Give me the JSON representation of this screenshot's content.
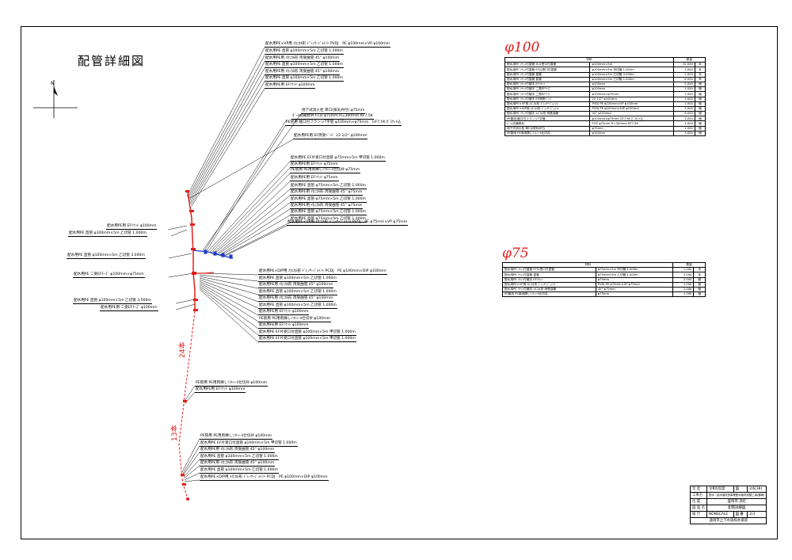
{
  "title": "配管詳細図",
  "labels": {
    "a1": "配水用PE×VP用 ﾒｶﾆｶﾙ形 ﾄﾞﾚｯｻｰｼﾞｮｲﾝﾄ PVDJ　PE φ100mm×VP φ100mm",
    "a2": "配水用PE 直管 φ100mm×5m 乙切管 1.000m",
    "a3": "配水用PE用 ﾒｶﾆｶﾙ形 両受曲管 45° φ100mm",
    "a4": "配水用PE 直管 φ100mm×5m 乙切管 1.000m",
    "a5": "配水用PE用 ﾒｶﾆｶﾙ形 両受曲管 45° φ100mm",
    "a6": "配水用PE 直管 φ100mm×5m 乙切管 1.000m",
    "a7": "配水用PE用 EFｿｹｯﾄ φ100mm",
    "b1": "地下式消火栓 単口(排気弁付) φ75mm",
    "b2": "ﾎﾞｰﾙ式補修弁 FCD φ75mm H=300mm RF7.5K",
    "b3": "PE管用 継口付フランジT字管 φ100mm×φ75mm　GF7.5K ｶﾞｽｹｯﾄ込",
    "c1": "配水用PE用 EF両受ﾍﾞﾝﾄﾞ 22 1/2° φ100mm",
    "d1": "配水用PE EF片受口付直管 φ75mm×5m 甲切管 1.000m",
    "d2": "配水用PE用 EFｿｹｯﾄ φ75mm",
    "d3": "PE管用 PE用両挿しｿﾌﾄｼｰﾙ仕切弁 φ75mm",
    "d4": "配水用PE用 EFｿｹｯﾄ φ75mm",
    "d5": "配水用PE 直管 φ75mm×5m 乙切管 1.000m",
    "d6": "配水用PE用 ﾒｶﾆｶﾙ形 両受曲管 45° φ75mm",
    "d7": "配水用PE 直管 φ75mm×5m 乙切管 1.000m",
    "d8": "配水用PE用 ﾒｶﾆｶﾙ形 両受曲管 45° φ75mm",
    "d9": "配水用PE 直管 φ75mm×5m 乙切管 1.000m",
    "d10": "配水用PE 直管 φ75mm×5m 乙切管 1.000m",
    "d11": "配水用PE×VP用 ﾒｶﾆｶﾙ形 ﾄﾞﾚｯｻｰｼﾞｮｲﾝﾄ PVDJ　PE φ75mm×VP φ75mm",
    "l1": "配水用PE用 EFｿｹｯﾄ φ100mm",
    "l2": "配水用PE 直管 φ100mm×5m 乙切管 1.000m",
    "l3": "配水用PE 直管 φ100mm×5m 乙切管 3.000m",
    "l4": "配水用PE 二受EFﾁｰｽﾞ φ100mm×φ75mm",
    "l5": "配水用PE 直管 φ100mm×5m 乙切管 3.000m",
    "l6": "配水用PE用 二受EFﾁｰｽﾞ φ100mm",
    "e1": "配水用PE×DIP用 ﾒｶﾆｶﾙ形 ﾄﾞﾚｯｻｰｼﾞｮｲﾝﾄ PCDJ　PE φ100mm×DIP φ100mm",
    "e2": "配水用PE 直管 φ100mm×5m 乙切管 1.000m",
    "e3": "配水用PE用 ﾒｶﾆｶﾙ形 両受曲管 45° φ100mm",
    "e4": "配水用PE 直管 φ100mm×5m 乙切管 1.000m",
    "e5": "配水用PE用 ﾒｶﾆｶﾙ形 両受曲管 45° φ100mm",
    "e6": "配水用PE 直管 φ100mm×5m 乙切管 1.000m",
    "e7": "配水用PE用 EFｿｹｯﾄ φ100mm",
    "e8": "PE管用 PE用両挿しｿﾌﾄｼｰﾙ仕切弁 φ100mm",
    "e9": "配水用PE用 EFｿｹｯﾄ φ100mm",
    "e10": "配水用PE EF片受口付直管 φ100mm×5m 甲切管 1.000m",
    "e11": "配水用PE EF片受口付直管 φ100mm×5m 甲切管 1.000m",
    "f1": "PE管用 PE用両挿しｿﾌﾄｼｰﾙ仕切弁 φ100mm",
    "f2": "配水用PE用 EFｿｹｯﾄ φ100mm",
    "g1": "PE管用 PE用両挿しｿﾌﾄｼｰﾙ仕切弁 φ100mm",
    "g2": "配水用PE EF片受口付直管 φ100mm×5m 甲切管 1.000m",
    "g3": "配水用PE用 ﾒｶﾆｶﾙ形 両受曲管 45° φ100mm",
    "g4": "配水用PE 直管 φ100mm×5m 乙切管 1.000m",
    "g5": "配水用PE用 ﾒｶﾆｶﾙ形 両受曲管 45° φ100mm",
    "g6": "配水用PE 直管 φ100mm×5m 乙切管 1.000m",
    "g7": "配水用PE×DIP用 ﾒｶﾆｶﾙ形 ﾄﾞﾚｯｻｰｼﾞｮｲﾝﾄ PCDJ　PE φ100mm×DIP φ100mm"
  },
  "counts": {
    "c24": "24本",
    "c13": "13本"
  },
  "table100": {
    "heading": "φ100",
    "col_material": "材料",
    "col_qty": "数量",
    "rows": [
      [
        "配水用PE ｿｹｯﾄ付直管 片片受口付直管",
        "φ100mm×5m",
        "32.000",
        "本"
      ],
      [
        "配水用PE ｿｹｯﾄ付直管 EF片受口付直管",
        "φ100mm×5m 甲切管 1.000m",
        "2.000",
        "本"
      ],
      [
        "配水用PE ｿｹｯﾄ付直管 直管",
        "φ100mm×5m 乙切管 3.000m",
        "2.000",
        "本"
      ],
      [
        "配水用PE ｿｹｯﾄ付直管 直管",
        "φ100mm×5m 乙切管 1.000m",
        "6.000",
        "本"
      ],
      [
        "配水用PE ｿｹｯﾄ付継手 EFｿｹｯﾄ",
        "φ100mm",
        "5.000",
        "個"
      ],
      [
        "配水用PE ｿｹｯﾄ付継手 二受EFﾁｰｽﾞ",
        "φ100mm",
        "1.000",
        "個"
      ],
      [
        "配水用PE ｿｹｯﾄ付継手 二受EFﾁｰｽﾞ",
        "φ100mm×φ75mm",
        "1.000",
        "個"
      ],
      [
        "配水用PE ｿｹｯﾄ付継手 EF両受ﾍﾞﾝﾄﾞ",
        "22 1/2° φ100mm",
        "1.000",
        "個"
      ],
      [
        "配水用PE×VP用 ﾒｶﾆｶﾙ形 ﾄﾞﾚｯｻｰｼﾞｮｲﾝﾄ",
        "PVDJ PE φ100mm×VP φ100mm",
        "1.000",
        "個"
      ],
      [
        "配水用PE×DIP用 ﾒｶﾆｶﾙ形 ﾄﾞﾚｯｻｰｼﾞｮｲﾝﾄ",
        "PCDJ PE φ100mm×DIP φ100mm",
        "2.000",
        "個"
      ],
      [
        "配水用PE ｿｹｯﾄ付継手 ﾒｶﾆｶﾙ形 両受曲管",
        "45° φ100mm",
        "6.000",
        "個"
      ],
      [
        "PE管用 継口付フランジT字管",
        "φ100mm×φ75mm GF7.5K ｶﾞｽｹｯﾄ込",
        "1.000",
        "個"
      ],
      [
        "ﾎﾞｰﾙ式補修弁",
        "FCD φ75mm H=300mm RF7.5K",
        "1.000",
        "個"
      ],
      [
        "地下式消火栓 単口(排気弁付)",
        "φ75mm",
        "1.000",
        "個"
      ],
      [
        "PE管用 PE用両挿しｿﾌﾄｼｰﾙ仕切弁",
        "φ100mm",
        "3.000",
        "個"
      ]
    ]
  },
  "table75": {
    "heading": "φ75",
    "col_material": "材料",
    "col_qty": "数量",
    "rows": [
      [
        "配水用PE ｿｹｯﾄ付直管 EF片受口付直管",
        "φ75mm×5m 甲切管 1.000m",
        "1.000",
        "本"
      ],
      [
        "配水用PE ｿｹｯﾄ付直管 直管",
        "φ75mm×5m 乙切管 1.000m",
        "3.000",
        "本"
      ],
      [
        "配水用PE ｿｹｯﾄ付継手 EFｿｹｯﾄ",
        "φ75mm",
        "2.000",
        "個"
      ],
      [
        "配水用PE×VP用 ﾒｶﾆｶﾙ形 ﾄﾞﾚｯｻｰｼﾞｮｲﾝﾄ",
        "PVDJ PE φ75mm×VP φ75mm",
        "1.000",
        "個"
      ],
      [
        "配水用PE ｿｹｯﾄ付継手 ﾒｶﾆｶﾙ形 両受曲管",
        "45° φ75mm",
        "2.000",
        "個"
      ],
      [
        "PE管用 PE用両挿しｿﾌﾄｼｰﾙ仕切弁",
        "φ75mm",
        "1.000",
        "個"
      ]
    ]
  },
  "title_block": {
    "year_key": "年 度",
    "year": "令和5年度",
    "sheet_key": "図",
    "sheet": "2/6(38)",
    "project_key": "工事名",
    "project": "配水・給水管改良事業配水管布設替工事(鶴崎)",
    "place_key": "位 置",
    "place": "盛岡市 流町",
    "name_key": "図 面 名",
    "name": "配管詳細図",
    "scale_key": "縮 尺",
    "scale": "NONSCALE",
    "num_key": "図 番",
    "num": "2/3",
    "office": "盛岡市上下水道局水道部"
  },
  "colors": {
    "accent": "#e0201c",
    "blue": "#1f3cc9",
    "line": "#000000"
  },
  "icons": {
    "north": "north-arrow-icon"
  }
}
